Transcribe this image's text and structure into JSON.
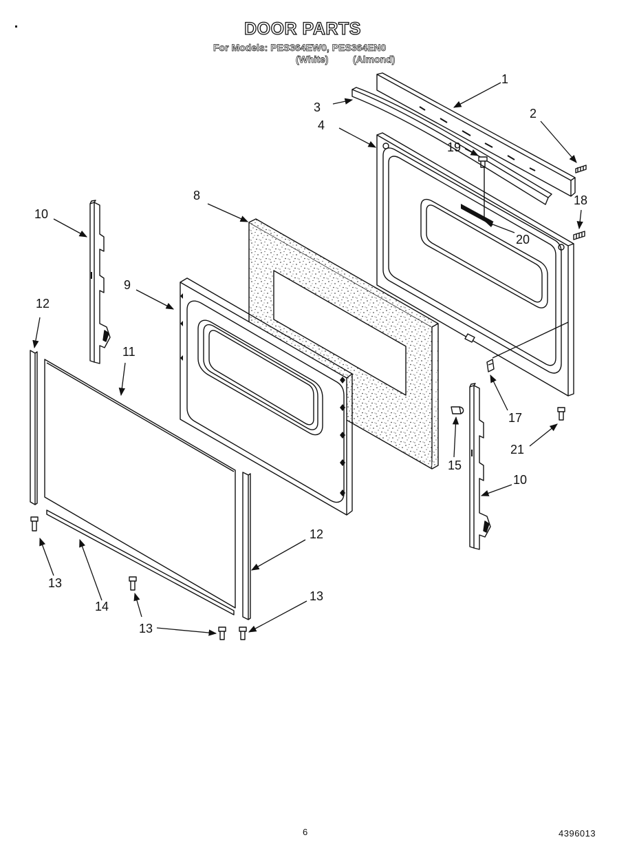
{
  "header": {
    "title": "DOOR PARTS",
    "models_line": "For Models: PES364EW0, PES364EN0",
    "variant_white": "(White)",
    "variant_almond": "(Almond)"
  },
  "callouts": {
    "c1": "1",
    "c2": "2",
    "c3": "3",
    "c4": "4",
    "c8": "8",
    "c9": "9",
    "c10_left": "10",
    "c10_right": "10",
    "c11": "11",
    "c12_left": "12",
    "c12_right": "12",
    "c13_left": "13",
    "c13_mid": "13",
    "c13_right": "13",
    "c14": "14",
    "c15": "15",
    "c17": "17",
    "c18": "18",
    "c19": "19",
    "c20": "20",
    "c21": "21"
  },
  "footer": {
    "page_number": "6",
    "document_code": "4396013"
  }
}
